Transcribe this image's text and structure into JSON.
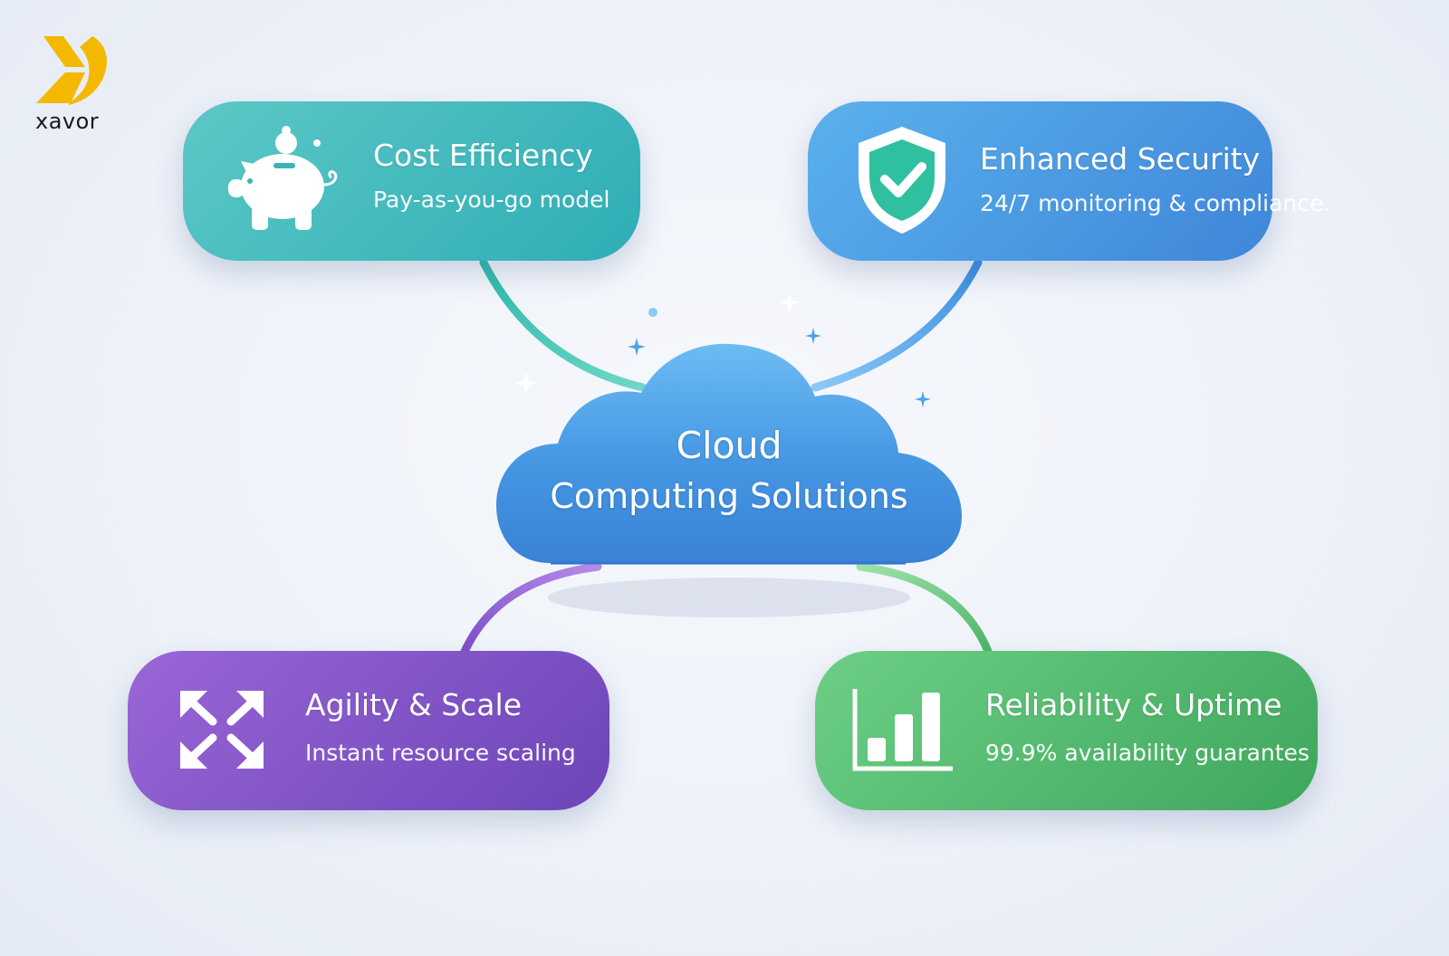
{
  "brand": {
    "name": "xavor",
    "logo_color": "#f5b800"
  },
  "center": {
    "line1": "Cloud",
    "line2": "Computing Solutions",
    "color": "#3f8fe0"
  },
  "benefits": {
    "cost": {
      "title": "Cost Efficiency",
      "subtitle": "Pay-as-you-go model",
      "icon": "piggy-bank-icon",
      "color": "#33b0b6"
    },
    "security": {
      "title": "Enhanced Security",
      "subtitle": "24/7 monitoring & compliance.",
      "icon": "shield-check-icon",
      "color": "#4a96e0"
    },
    "agility": {
      "title": "Agility & Scale",
      "subtitle": "Instant resource scaling",
      "icon": "expand-arrows-icon",
      "color": "#7c50c6"
    },
    "reliability": {
      "title": "Reliability & Uptime",
      "subtitle": "99.9% availability guarantes",
      "icon": "bar-chart-icon",
      "color": "#4cb468"
    }
  }
}
